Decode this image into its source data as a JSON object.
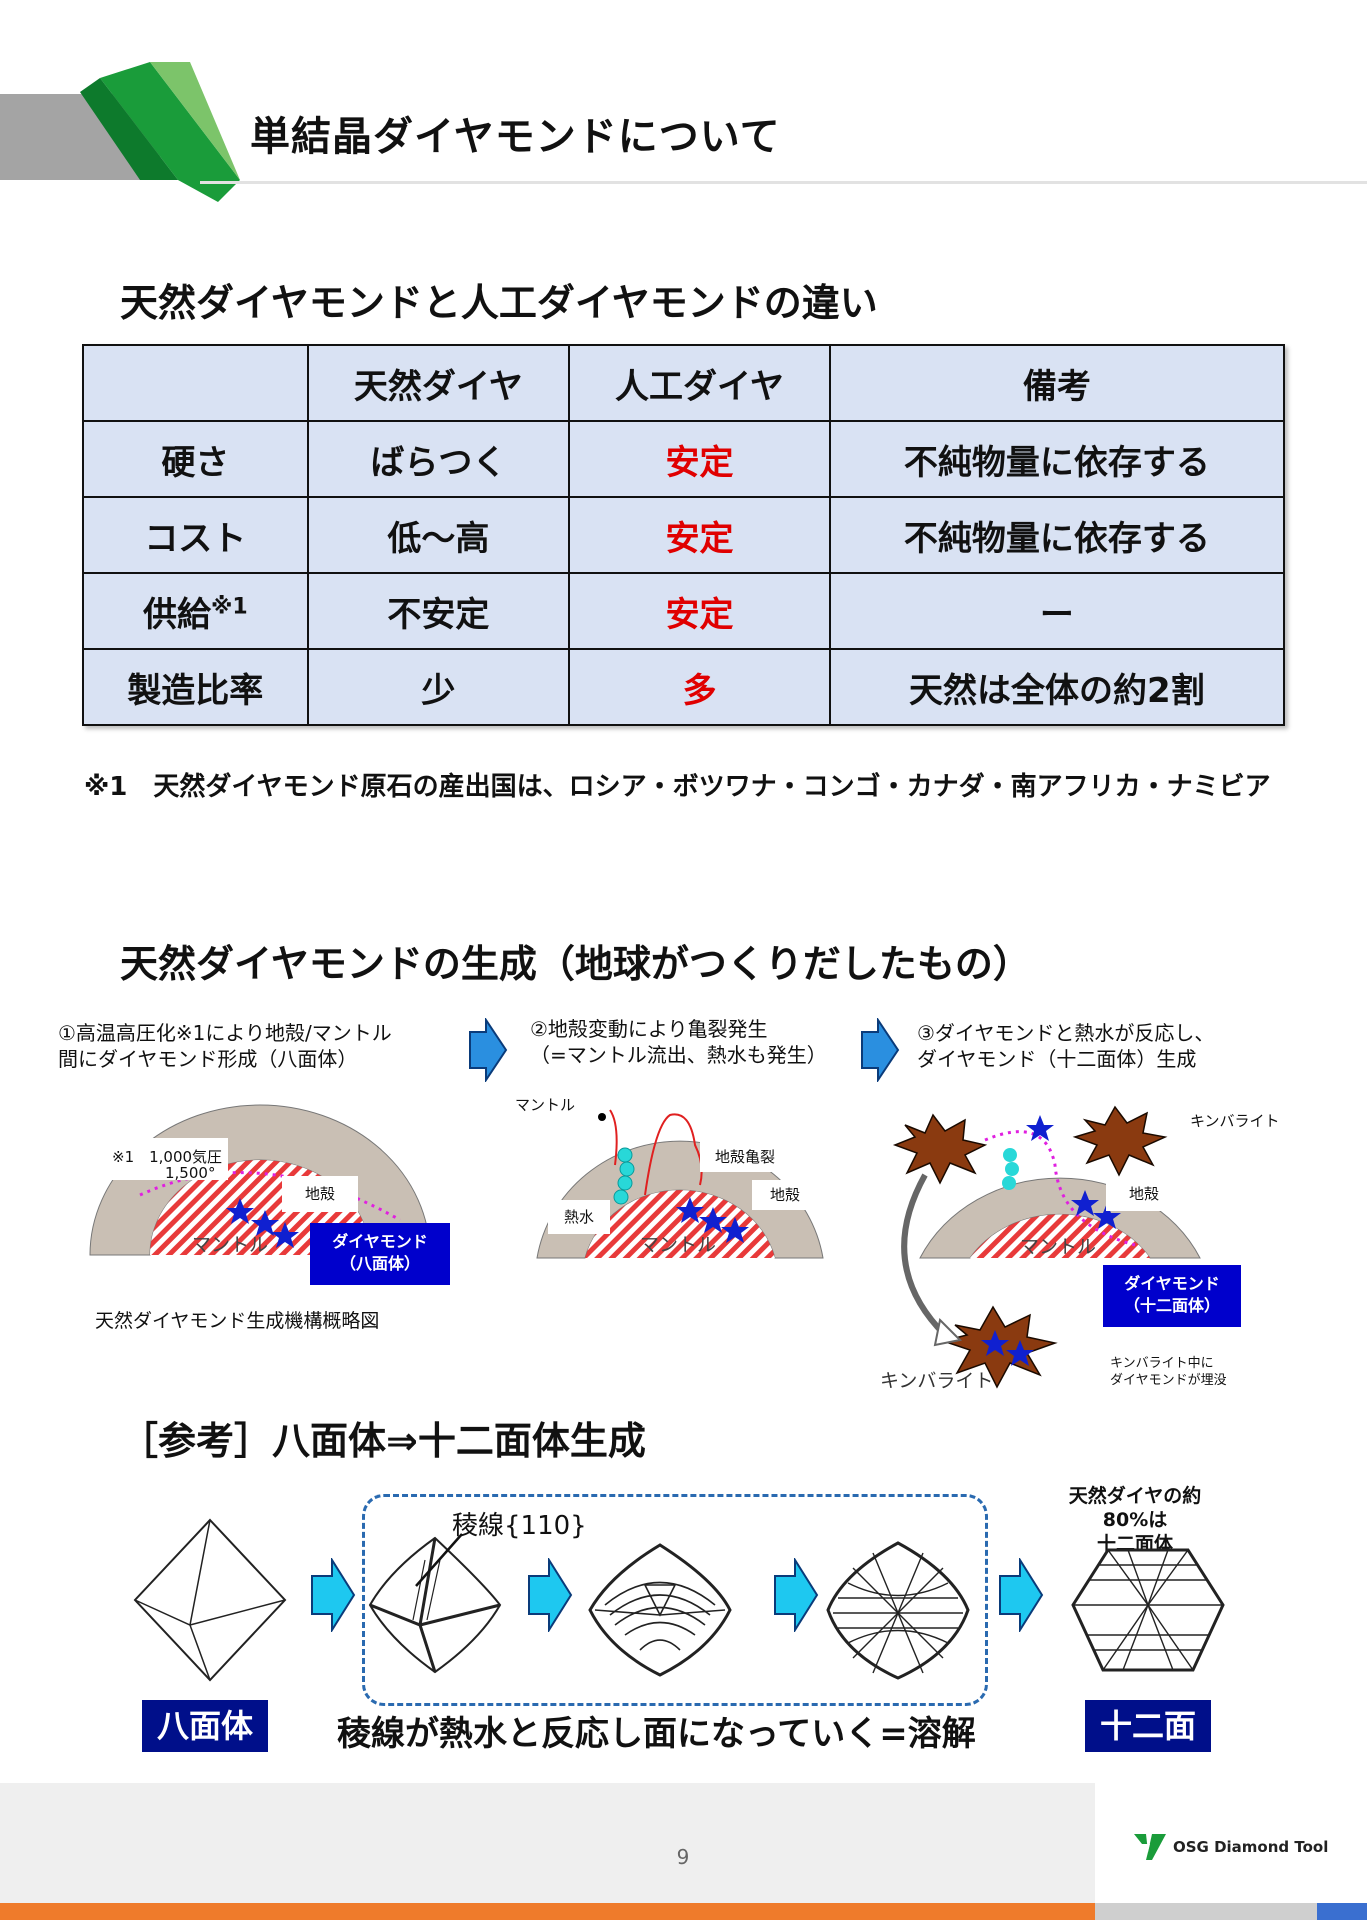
{
  "header": {
    "title": "単結晶ダイヤモンドについて"
  },
  "section1": {
    "heading": "天然ダイヤモンドと人工ダイヤモンドの違い",
    "table": {
      "headers": [
        "",
        "天然ダイヤ",
        "人工ダイヤ",
        "備考"
      ],
      "rows": [
        {
          "label": "硬さ",
          "natural": "ばらつく",
          "synthetic": "安定",
          "note": "不純物量に依存する"
        },
        {
          "label": "コスト",
          "natural": "低～高",
          "synthetic": "安定",
          "note": "不純物量に依存する"
        },
        {
          "label": "供給",
          "label_sup": "※1",
          "natural": "不安定",
          "synthetic": "安定",
          "note": "ー"
        },
        {
          "label": "製造比率",
          "natural": "少",
          "synthetic": "多",
          "note": "天然は全体の約2割"
        }
      ]
    },
    "footnote": "※1　天然ダイヤモンド原石の産出国は、ロシア・ボツワナ・コンゴ・カナダ・南アフリカ・ナミビア"
  },
  "section2": {
    "heading": "天然ダイヤモンドの生成（地球がつくりだしたもの）",
    "step1": {
      "line1": "①高温高圧化※1により地殻/マントル",
      "line2": "間にダイヤモンド形成（八面体）",
      "note1": "※1　1,000気圧",
      "note2": "1,500°",
      "crust": "地殻",
      "mantle": "マントル",
      "diamond1": "ダイヤモンド",
      "diamond2": "（八面体）",
      "caption": "天然ダイヤモンド生成機構概略図"
    },
    "step2": {
      "line1": "②地殻変動により亀裂発生",
      "line2": "（=マントル流出、熱水も発生）",
      "mantle_top": "マントル",
      "crack": "地殻亀裂",
      "crust": "地殻",
      "hotwater": "熱水",
      "mantle": "マントル"
    },
    "step3": {
      "line1": "③ダイヤモンドと熱水が反応し、",
      "line2": "ダイヤモンド（十二面体）生成",
      "kimberlite_top": "キンバライト",
      "crust": "地殻",
      "mantle": "マントル",
      "diamond1": "ダイヤモンド",
      "diamond2": "（十二面体）",
      "kimberlite_bottom": "キンバライト",
      "buried1": "キンバライト中に",
      "buried2": "ダイヤモンドが埋没"
    }
  },
  "section3": {
    "heading": "［参考］八面体⇒十二面体生成",
    "ridge_label": "稜線{110}",
    "note_right1": "天然ダイヤの約80%は",
    "note_right2": "十二面体",
    "label_octahedron": "八面体",
    "caption_mid": "稜線が熱水と反応し面になっていく=溶解",
    "label_dodecahedron": "十二面体"
  },
  "footer": {
    "page_number": "9",
    "logo_text": "OSG Diamond Tool"
  }
}
